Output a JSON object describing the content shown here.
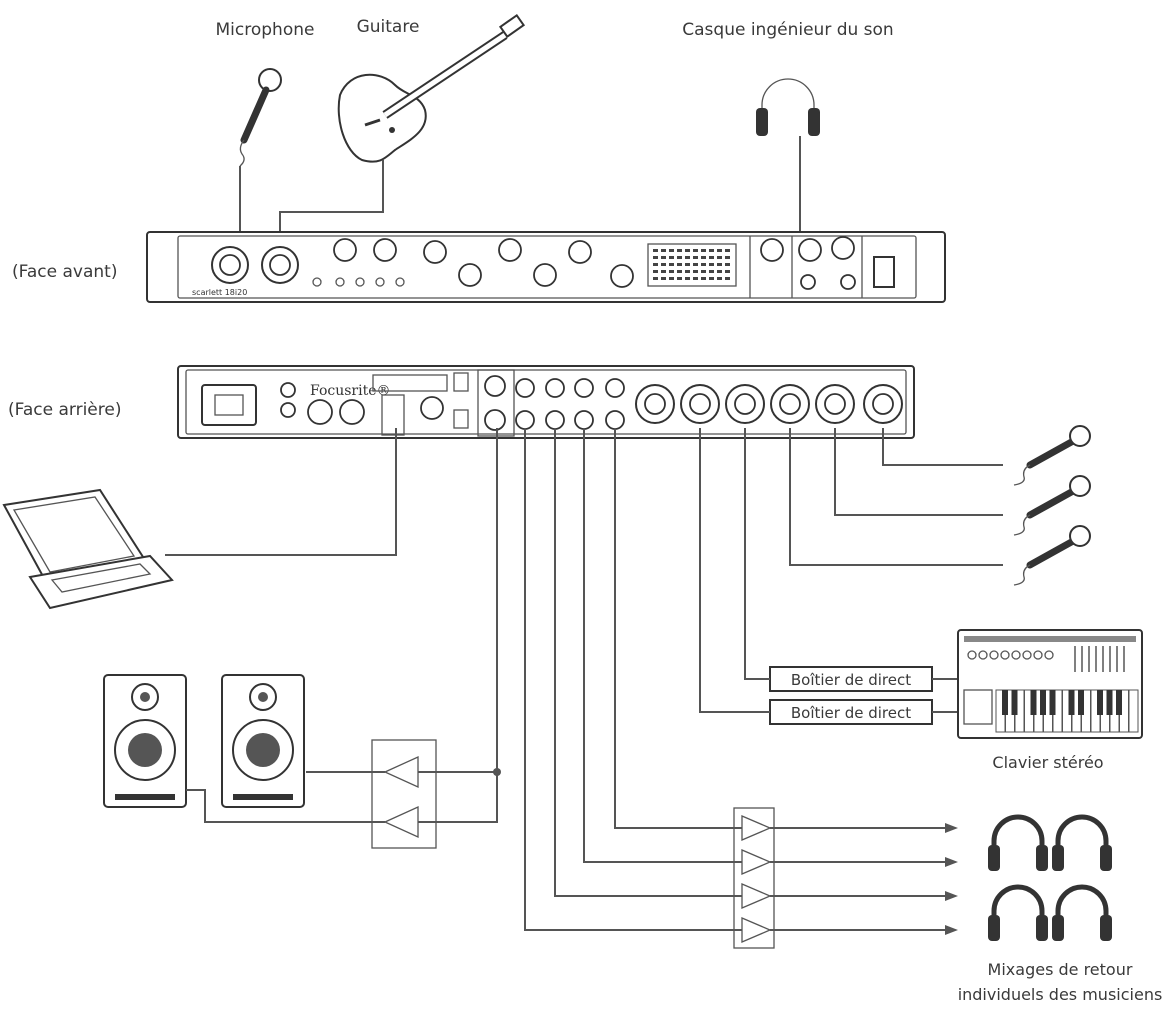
{
  "labels": {
    "microphone": "Microphone",
    "guitare": "Guitare",
    "casque_ingenieur": "Casque ingénieur du son",
    "face_avant": "(Face avant)",
    "face_arriere": "(Face arrière)",
    "boitier_direct_1": "Boîtier de direct",
    "boitier_direct_2": "Boîtier de direct",
    "clavier": "Clavier stéréo",
    "mixages_line1": "Mixages de retour",
    "mixages_line2": "individuels des musiciens",
    "brand_rear": "Focusrite®",
    "brand_front": "scarlett 18i20"
  },
  "icons": [
    "microphone-icon",
    "guitar-icon",
    "headphones-icon",
    "laptop-icon",
    "speaker-icon",
    "keyboard-icon",
    "amplifier-icon"
  ]
}
